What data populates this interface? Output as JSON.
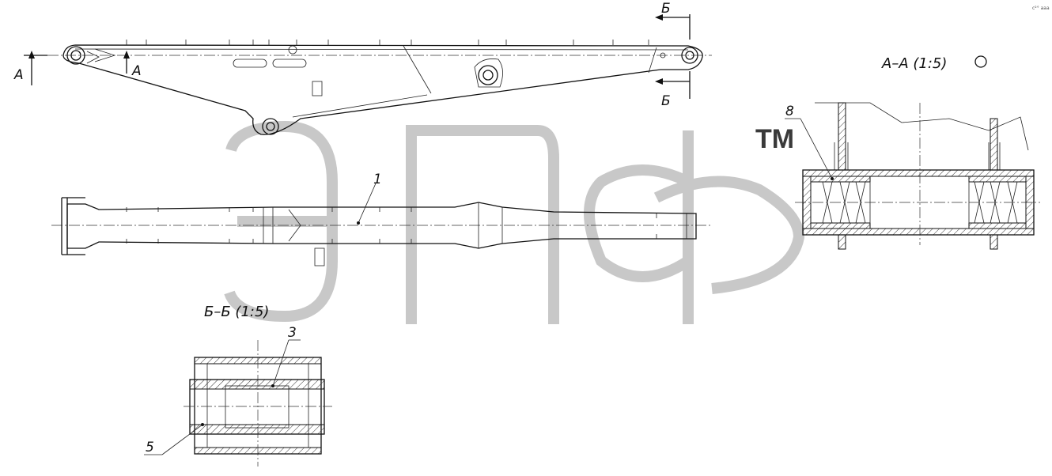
{
  "watermark": {
    "letters": "эпф",
    "trademark": "TM"
  },
  "corner_note": "с²° ааа",
  "section_marks": {
    "a_left_1": "А",
    "a_left_2": "А",
    "b_top": "Б",
    "b_bottom": "Б"
  },
  "view_titles": {
    "section_aa": "А–А (1:5)",
    "section_bb": "Б–Б (1:5)"
  },
  "callouts": {
    "p1": "1",
    "p3": "3",
    "p5": "5",
    "p8": "8"
  },
  "colors": {
    "line": "#111111",
    "watermark": "#c8c8c8",
    "background": "#ffffff"
  }
}
